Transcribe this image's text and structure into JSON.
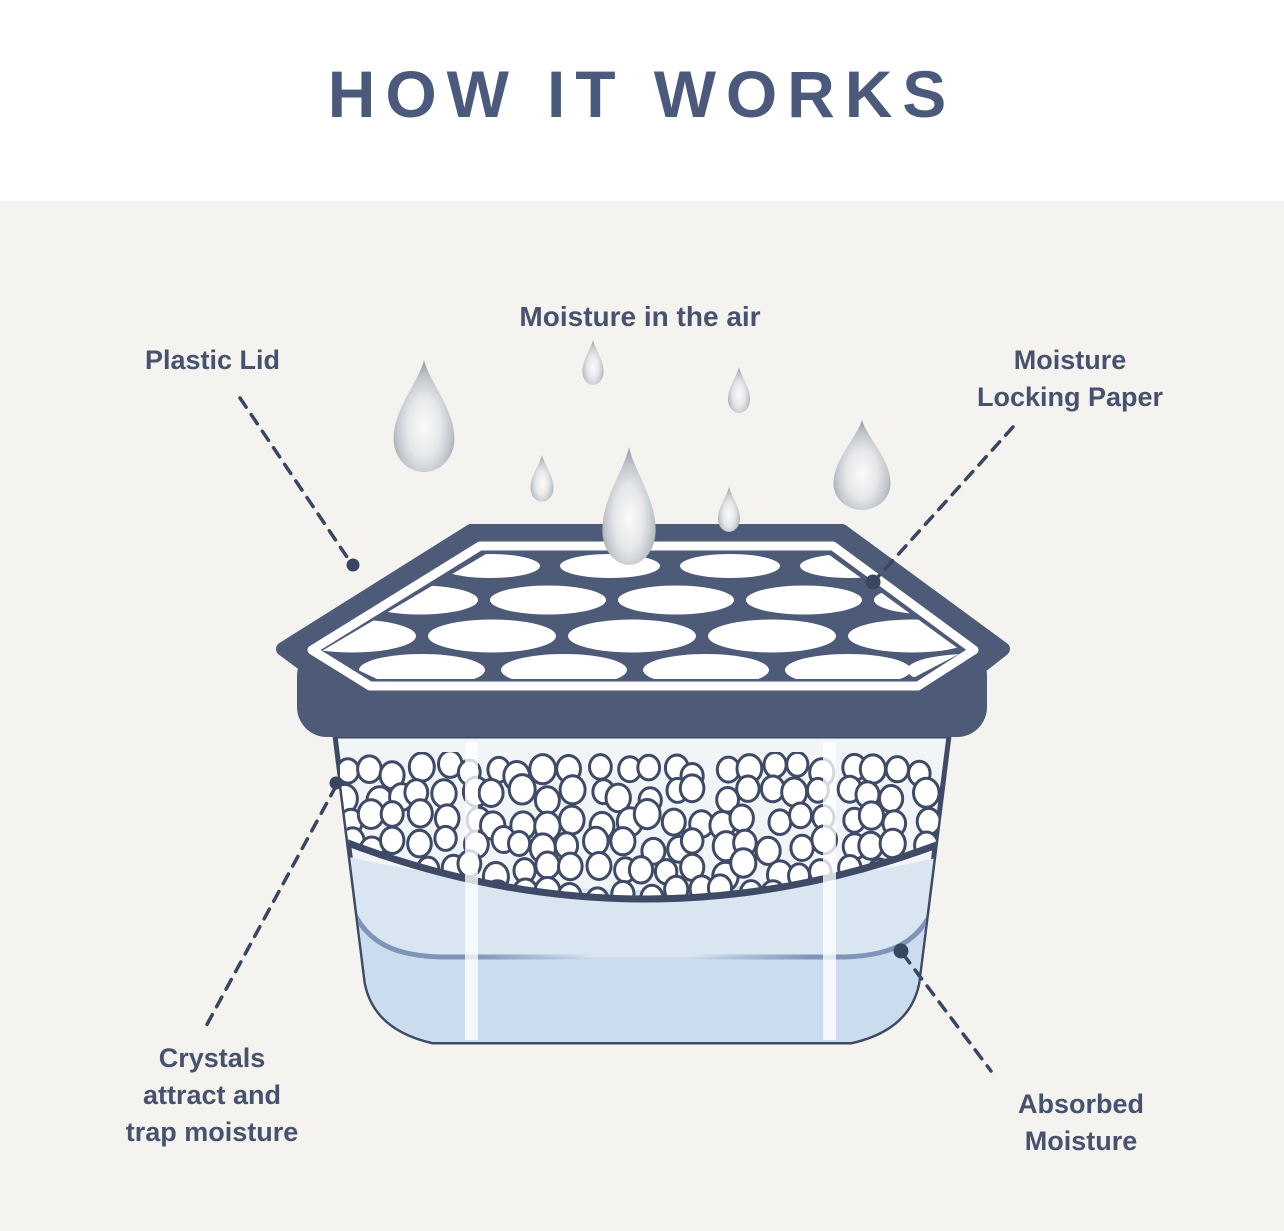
{
  "page": {
    "title": "HOW IT WORKS"
  },
  "labels": {
    "moisture_air": "Moisture in the air",
    "plastic_lid": "Plastic Lid",
    "locking_paper": {
      "line1": "Moisture",
      "line2": "Locking Paper"
    },
    "crystals": {
      "line1": "Crystals",
      "line2": "attract and",
      "line3": "trap moisture"
    },
    "absorbed": {
      "line1": "Absorbed",
      "line2": "Moisture"
    }
  },
  "icons": {
    "droplet": "water-droplet",
    "droplet_count": 7
  },
  "colors": {
    "title_text": "#4b5a7c",
    "label_text": "#46526e",
    "lid_plastic": "#4d5a78",
    "outline": "#3e4a66",
    "water_fill": "#cbdcee",
    "water_sheen": "#d9e6f1",
    "water_edge_line": "#7e95b8",
    "background_top": "#ffffff",
    "background_lower": "#f4f3f0",
    "crystal_fill": "#ffffff"
  }
}
